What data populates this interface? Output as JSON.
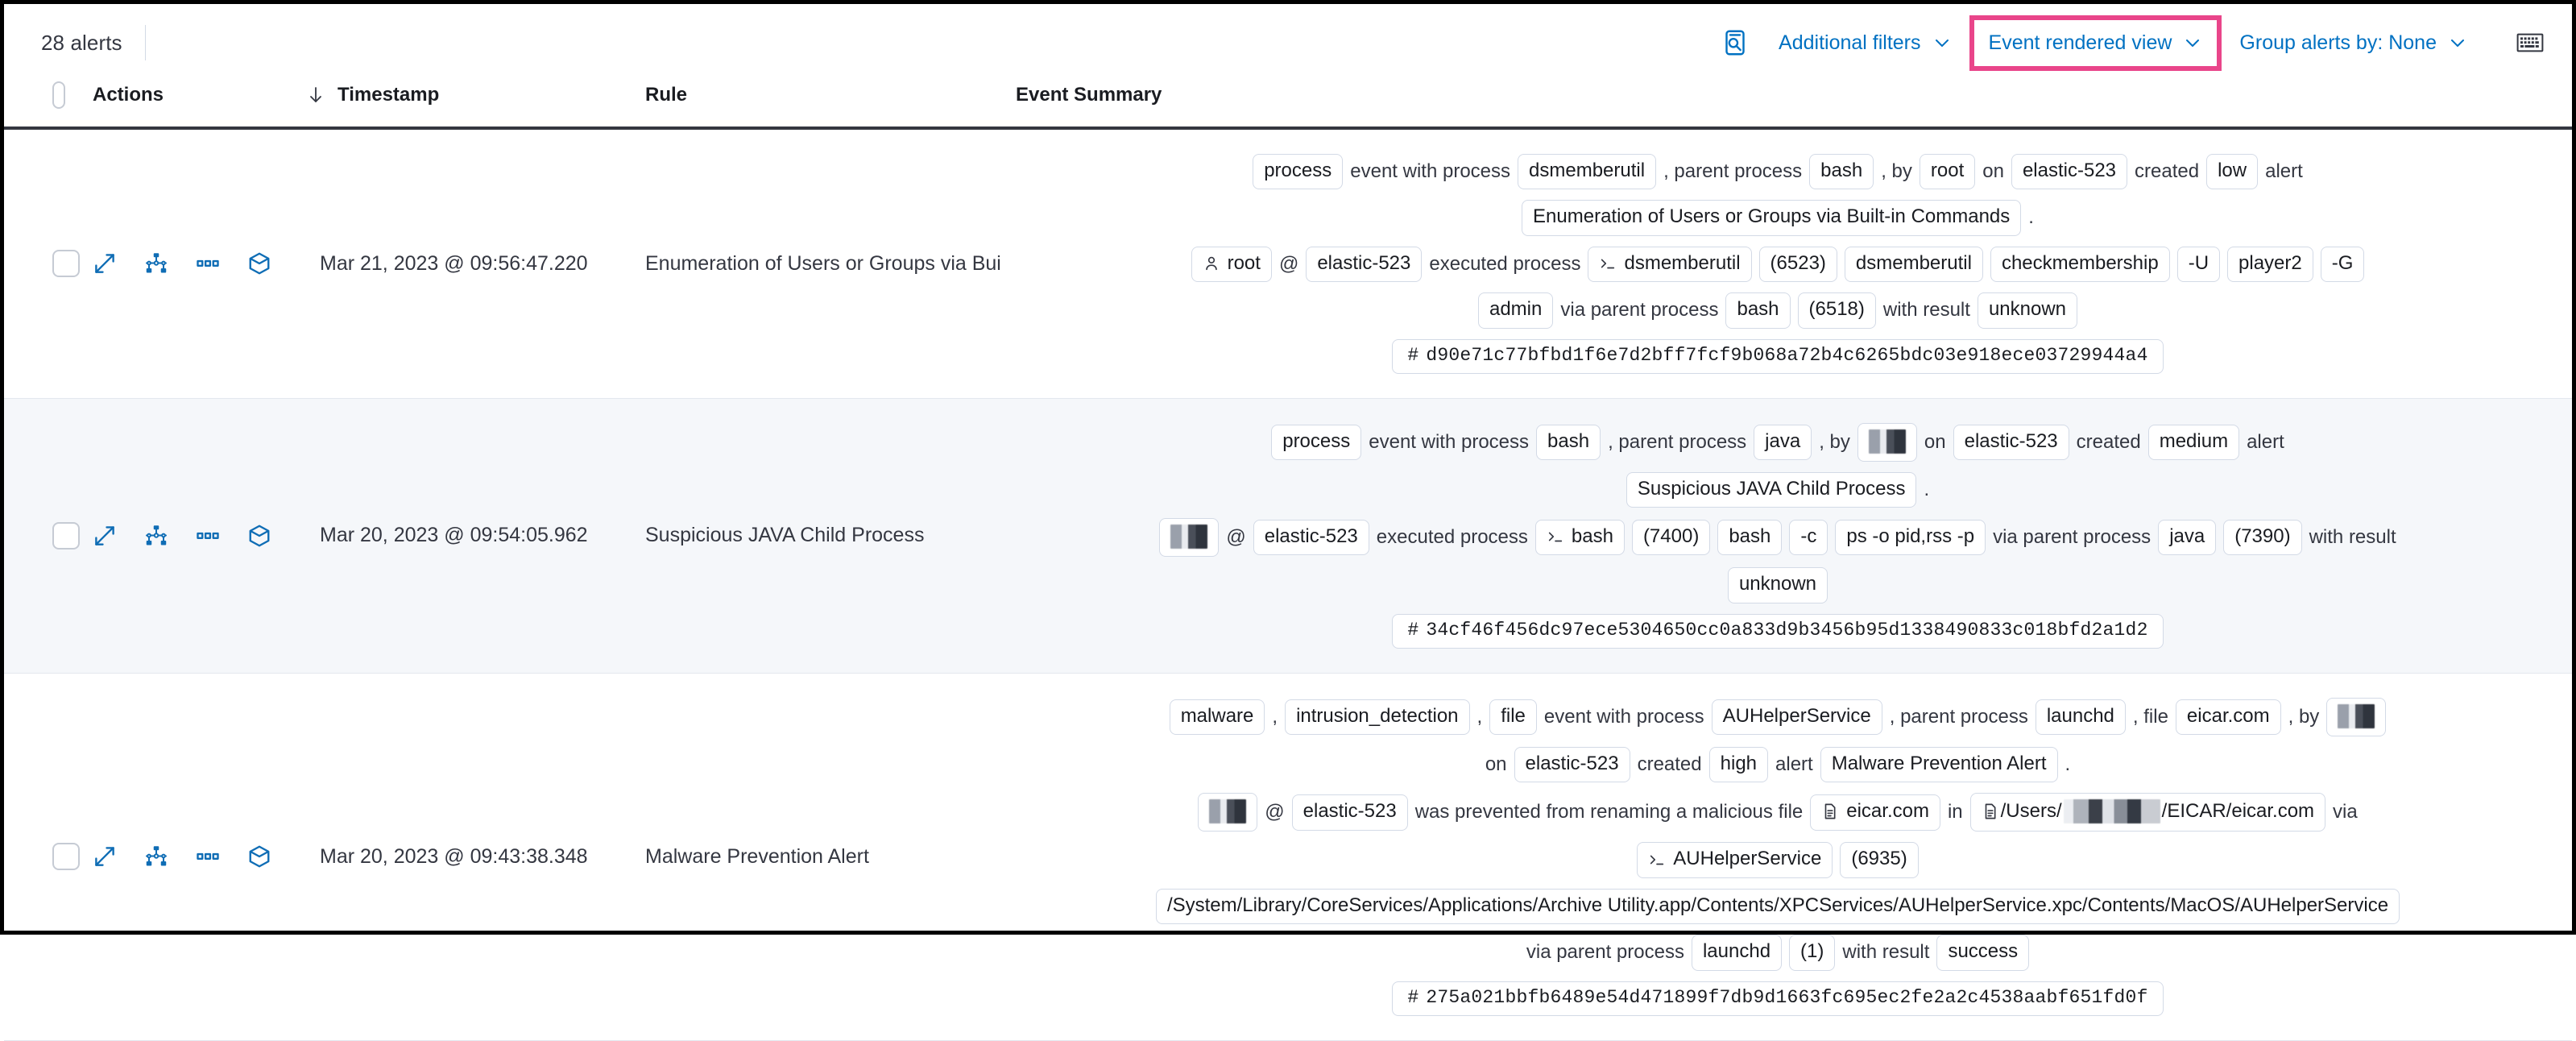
{
  "toolbar": {
    "alert_count": "28 alerts",
    "filters_label": "Additional filters",
    "view_label": "Event rendered view",
    "group_label": "Group alerts by: None",
    "search_icon": "inspect-search-icon",
    "keyboard_icon": "keyboard-shortcuts-icon",
    "chevron_icon": "chevron-down-icon",
    "highlight_color": "#e9458a",
    "link_color": "#0071c2"
  },
  "table": {
    "columns": {
      "actions": "Actions",
      "timestamp": "Timestamp",
      "rule": "Rule",
      "event_summary": "Event Summary"
    },
    "sort_icon": "sort-desc-arrow-icon",
    "row_actions": [
      "expand-icon",
      "analyzer-icon",
      "more-actions-icon",
      "session-view-icon"
    ]
  },
  "rows": [
    {
      "timestamp": "Mar 21, 2023 @ 09:56:47.220",
      "rule": "Enumeration of Users or Groups via Bui",
      "summary": [
        [
          {
            "t": "chip",
            "v": "process"
          },
          {
            "t": "word",
            "v": "event with process"
          },
          {
            "t": "chip",
            "v": "dsmemberutil"
          },
          {
            "t": "word",
            "v": ", parent process"
          },
          {
            "t": "chip",
            "v": "bash"
          },
          {
            "t": "word",
            "v": ", by"
          },
          {
            "t": "chip",
            "v": "root"
          },
          {
            "t": "word",
            "v": "on"
          },
          {
            "t": "chip",
            "v": "elastic-523"
          },
          {
            "t": "word",
            "v": "created"
          },
          {
            "t": "chip",
            "v": "low"
          },
          {
            "t": "word",
            "v": "alert"
          }
        ],
        [
          {
            "t": "chip",
            "v": "Enumeration of Users or Groups via Built-in Commands"
          },
          {
            "t": "word",
            "v": "."
          }
        ],
        [
          {
            "t": "chip",
            "v": "root",
            "icon": "user-icon"
          },
          {
            "t": "word",
            "v": "@"
          },
          {
            "t": "chip",
            "v": "elastic-523"
          },
          {
            "t": "word",
            "v": "executed process"
          },
          {
            "t": "chip",
            "v": "dsmemberutil",
            "icon": "console-icon"
          },
          {
            "t": "chip",
            "v": "(6523)"
          },
          {
            "t": "chip",
            "v": "dsmemberutil"
          },
          {
            "t": "chip",
            "v": "checkmembership"
          },
          {
            "t": "chip",
            "v": "-U"
          },
          {
            "t": "chip",
            "v": "player2"
          },
          {
            "t": "chip",
            "v": "-G"
          }
        ],
        [
          {
            "t": "chip",
            "v": "admin"
          },
          {
            "t": "word",
            "v": "via parent process"
          },
          {
            "t": "chip",
            "v": "bash"
          },
          {
            "t": "chip",
            "v": "(6518)"
          },
          {
            "t": "word",
            "v": "with result"
          },
          {
            "t": "chip",
            "v": "unknown"
          }
        ],
        [
          {
            "t": "hash",
            "v": "d90e71c77bfbd1f6e7d2bff7fcf9b068a72b4c6265bdc03e918ece03729944a4"
          }
        ]
      ]
    },
    {
      "timestamp": "Mar 20, 2023 @ 09:54:05.962",
      "rule": "Suspicious JAVA Child Process",
      "summary": [
        [
          {
            "t": "chip",
            "v": "process"
          },
          {
            "t": "word",
            "v": "event with process"
          },
          {
            "t": "chip",
            "v": "bash"
          },
          {
            "t": "word",
            "v": ", parent process"
          },
          {
            "t": "chip",
            "v": "java"
          },
          {
            "t": "word",
            "v": ", by"
          },
          {
            "t": "redact",
            "v": ""
          },
          {
            "t": "word",
            "v": "on"
          },
          {
            "t": "chip",
            "v": "elastic-523"
          },
          {
            "t": "word",
            "v": "created"
          },
          {
            "t": "chip",
            "v": "medium"
          },
          {
            "t": "word",
            "v": "alert"
          }
        ],
        [
          {
            "t": "chip",
            "v": "Suspicious JAVA Child Process"
          },
          {
            "t": "word",
            "v": "."
          }
        ],
        [
          {
            "t": "redact",
            "v": ""
          },
          {
            "t": "word",
            "v": "@"
          },
          {
            "t": "chip",
            "v": "elastic-523"
          },
          {
            "t": "word",
            "v": "executed process"
          },
          {
            "t": "chip",
            "v": "bash",
            "icon": "console-icon"
          },
          {
            "t": "chip",
            "v": "(7400)"
          },
          {
            "t": "chip",
            "v": "bash"
          },
          {
            "t": "chip",
            "v": "-c"
          },
          {
            "t": "chip",
            "v": "ps -o pid,rss -p"
          },
          {
            "t": "word",
            "v": "via parent process"
          },
          {
            "t": "chip",
            "v": "java"
          },
          {
            "t": "chip",
            "v": "(7390)"
          },
          {
            "t": "word",
            "v": "with result"
          }
        ],
        [
          {
            "t": "chip",
            "v": "unknown"
          }
        ],
        [
          {
            "t": "hash",
            "v": "34cf46f456dc97ece5304650cc0a833d9b3456b95d1338490833c018bfd2a1d2"
          }
        ]
      ]
    },
    {
      "timestamp": "Mar 20, 2023 @ 09:43:38.348",
      "rule": "Malware Prevention Alert",
      "summary": [
        [
          {
            "t": "chip",
            "v": "malware"
          },
          {
            "t": "word",
            "v": ","
          },
          {
            "t": "chip",
            "v": "intrusion_detection"
          },
          {
            "t": "word",
            "v": ","
          },
          {
            "t": "chip",
            "v": "file"
          },
          {
            "t": "word",
            "v": "event with process"
          },
          {
            "t": "chip",
            "v": "AUHelperService"
          },
          {
            "t": "word",
            "v": ", parent process"
          },
          {
            "t": "chip",
            "v": "launchd"
          },
          {
            "t": "word",
            "v": ", file"
          },
          {
            "t": "chip",
            "v": "eicar.com"
          },
          {
            "t": "word",
            "v": ", by"
          },
          {
            "t": "redact",
            "v": ""
          }
        ],
        [
          {
            "t": "word",
            "v": "on"
          },
          {
            "t": "chip",
            "v": "elastic-523"
          },
          {
            "t": "word",
            "v": "created"
          },
          {
            "t": "chip",
            "v": "high"
          },
          {
            "t": "word",
            "v": "alert"
          },
          {
            "t": "chip",
            "v": "Malware Prevention Alert"
          },
          {
            "t": "word",
            "v": "."
          }
        ],
        [
          {
            "t": "redact",
            "v": ""
          },
          {
            "t": "word",
            "v": "@"
          },
          {
            "t": "chip",
            "v": "elastic-523"
          },
          {
            "t": "word",
            "v": "was prevented from renaming a malicious file"
          },
          {
            "t": "chip",
            "v": "eicar.com",
            "icon": "file-icon"
          },
          {
            "t": "word",
            "v": "in"
          },
          {
            "t": "chip-redact-path",
            "pre": "/Users/",
            "post": "/EICAR/eicar.com",
            "icon": "file-icon"
          },
          {
            "t": "word",
            "v": "via"
          }
        ],
        [
          {
            "t": "chip",
            "v": "AUHelperService",
            "icon": "console-icon"
          },
          {
            "t": "chip",
            "v": "(6935)"
          }
        ],
        [
          {
            "t": "chip",
            "v": "/System/Library/CoreServices/Applications/Archive Utility.app/Contents/XPCServices/AUHelperService.xpc/Contents/MacOS/AUHelperService"
          }
        ],
        [
          {
            "t": "word",
            "v": "via parent process"
          },
          {
            "t": "chip",
            "v": "launchd"
          },
          {
            "t": "chip",
            "v": "(1)"
          },
          {
            "t": "word",
            "v": "with result"
          },
          {
            "t": "chip",
            "v": "success"
          }
        ],
        [
          {
            "t": "hash",
            "v": "275a021bbfb6489e54d471899f7db9d1663fc695ec2fe2a2c4538aabf651fd0f"
          }
        ]
      ]
    }
  ]
}
